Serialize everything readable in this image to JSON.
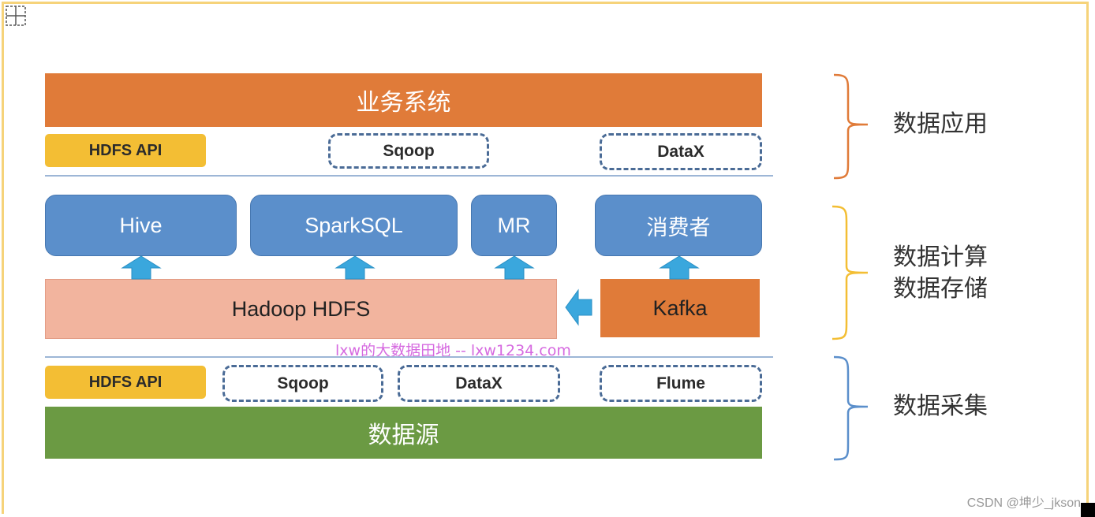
{
  "app_layer": {
    "business_system": "业务系统",
    "hdfs_api": "HDFS API",
    "sqoop": "Sqoop",
    "datax": "DataX"
  },
  "compute_layer": {
    "hive": "Hive",
    "sparksql": "SparkSQL",
    "mr": "MR",
    "consumer": "消费者",
    "hadoop_hdfs": "Hadoop HDFS",
    "kafka": "Kafka"
  },
  "watermark": "lxw的大数据田地 -- lxw1234.com",
  "collect_layer": {
    "hdfs_api": "HDFS API",
    "sqoop": "Sqoop",
    "datax": "DataX",
    "flume": "Flume",
    "data_source": "数据源"
  },
  "labels": {
    "data_application": "数据应用",
    "data_compute": "数据计算",
    "data_storage": "数据存储",
    "data_collection": "数据采集"
  },
  "credit": "CSDN @坤少_jkson",
  "colors": {
    "frame": "#f6d37a",
    "orange": "#e07b39",
    "green": "#6b9a43",
    "blue": "#5b8fcb",
    "hdfs": "#f2b49e",
    "api_yellow": "#f3be34",
    "arrow": "#3aa7dd"
  }
}
